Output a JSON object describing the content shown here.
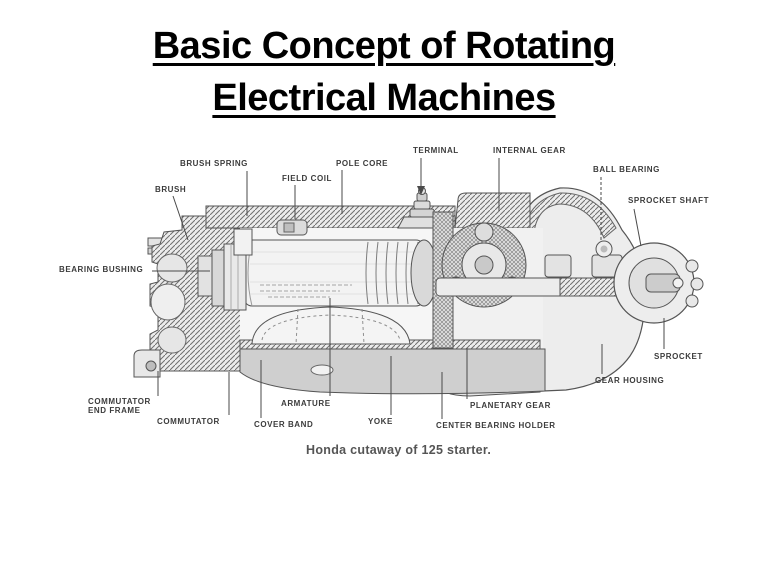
{
  "slide": {
    "title": [
      "Basic Concept of Rotating",
      "Electrical Machines"
    ],
    "background_color": "#ffffff",
    "title_color": "#000000"
  },
  "diagram": {
    "caption": "Honda cutaway of 125 starter.",
    "label_color": "#3c3c3c",
    "leader_line_color": "#4a4a4a",
    "labels": {
      "brush_spring": "BRUSH SPRING",
      "brush": "BRUSH",
      "field_coil": "FIELD COIL",
      "pole_core": "POLE CORE",
      "terminal": "TERMINAL",
      "internal_gear": "INTERNAL GEAR",
      "ball_bearing": "BALL BEARING",
      "sprocket_shaft": "SPROCKET SHAFT",
      "bearing_bushing": "BEARING BUSHING",
      "commutator_end_frame": "COMMUTATOR\nEND FRAME",
      "commutator": "COMMUTATOR",
      "cover_band": "COVER BAND",
      "armature": "ARMATURE",
      "yoke": "YOKE",
      "planetary_gear": "PLANETARY GEAR",
      "center_bearing_holder": "CENTER BEARING HOLDER",
      "gear_housing": "GEAR HOUSING",
      "sprocket": "SPROCKET"
    }
  }
}
